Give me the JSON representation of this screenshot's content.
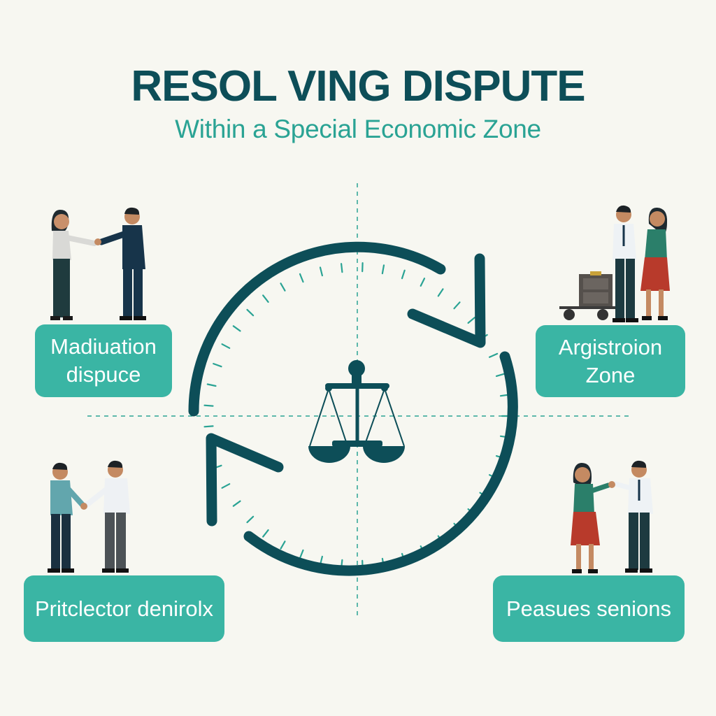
{
  "header": {
    "title": "RESOL VING DISPUTE",
    "subtitle": "Within a Special Economic Zone"
  },
  "boxes": [
    {
      "line1": "Madiuation",
      "line2": "dispuce"
    },
    {
      "line1": "Argistroion",
      "line2": "Zone"
    },
    {
      "line1": "Pritclector denirolx",
      "line2": ""
    },
    {
      "line1": "Peasues senions",
      "line2": ""
    }
  ],
  "colors": {
    "background": "#f7f7f1",
    "dark_teal": "#0d4e58",
    "accent_teal": "#2aa394",
    "box_teal": "#3ab5a4",
    "skirt_red": "#b83a2b"
  },
  "icons": {
    "center": "balance-scale-icon",
    "cycle": "circular-arrows"
  }
}
